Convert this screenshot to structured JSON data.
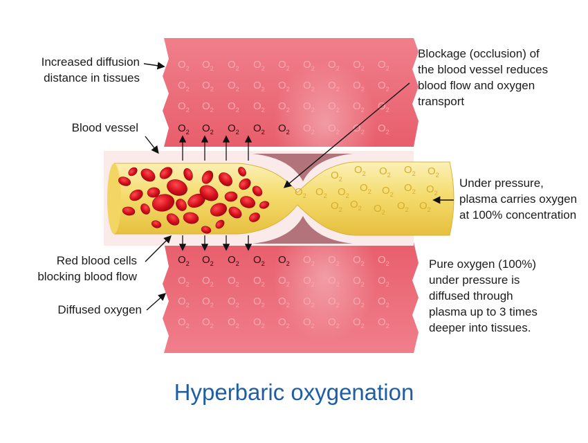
{
  "title": "Hyperbaric oxygenation",
  "labels": {
    "diffusion_distance": "Increased diffusion\ndistance in tissues",
    "blood_vessel": "Blood vessel",
    "red_blood_cells": "Red blood cells\nblocking blood flow",
    "diffused_oxygen": "Diffused oxygen",
    "blockage": "Blockage (occlusion) of\nthe blood vessel reduces\nblood flow and oxygen\ntransport",
    "under_pressure": "Under pressure,\nplasma carries oxygen\nat 100% concentration",
    "pure_oxygen": "Pure oxygen (100%)\nunder pressure is\ndiffused through\nplasma up to 3 times\ndeeper into tissues."
  },
  "oxygen_symbol": {
    "main": "O",
    "subscript": "2"
  },
  "colors": {
    "tissue": "#ee6d7b",
    "tissue_dark": "#e4515f",
    "plasma": "#f7e27e",
    "plasma_dark": "#e9c64a",
    "red_cell": "#d90f1c",
    "title": "#1f5ea5"
  }
}
